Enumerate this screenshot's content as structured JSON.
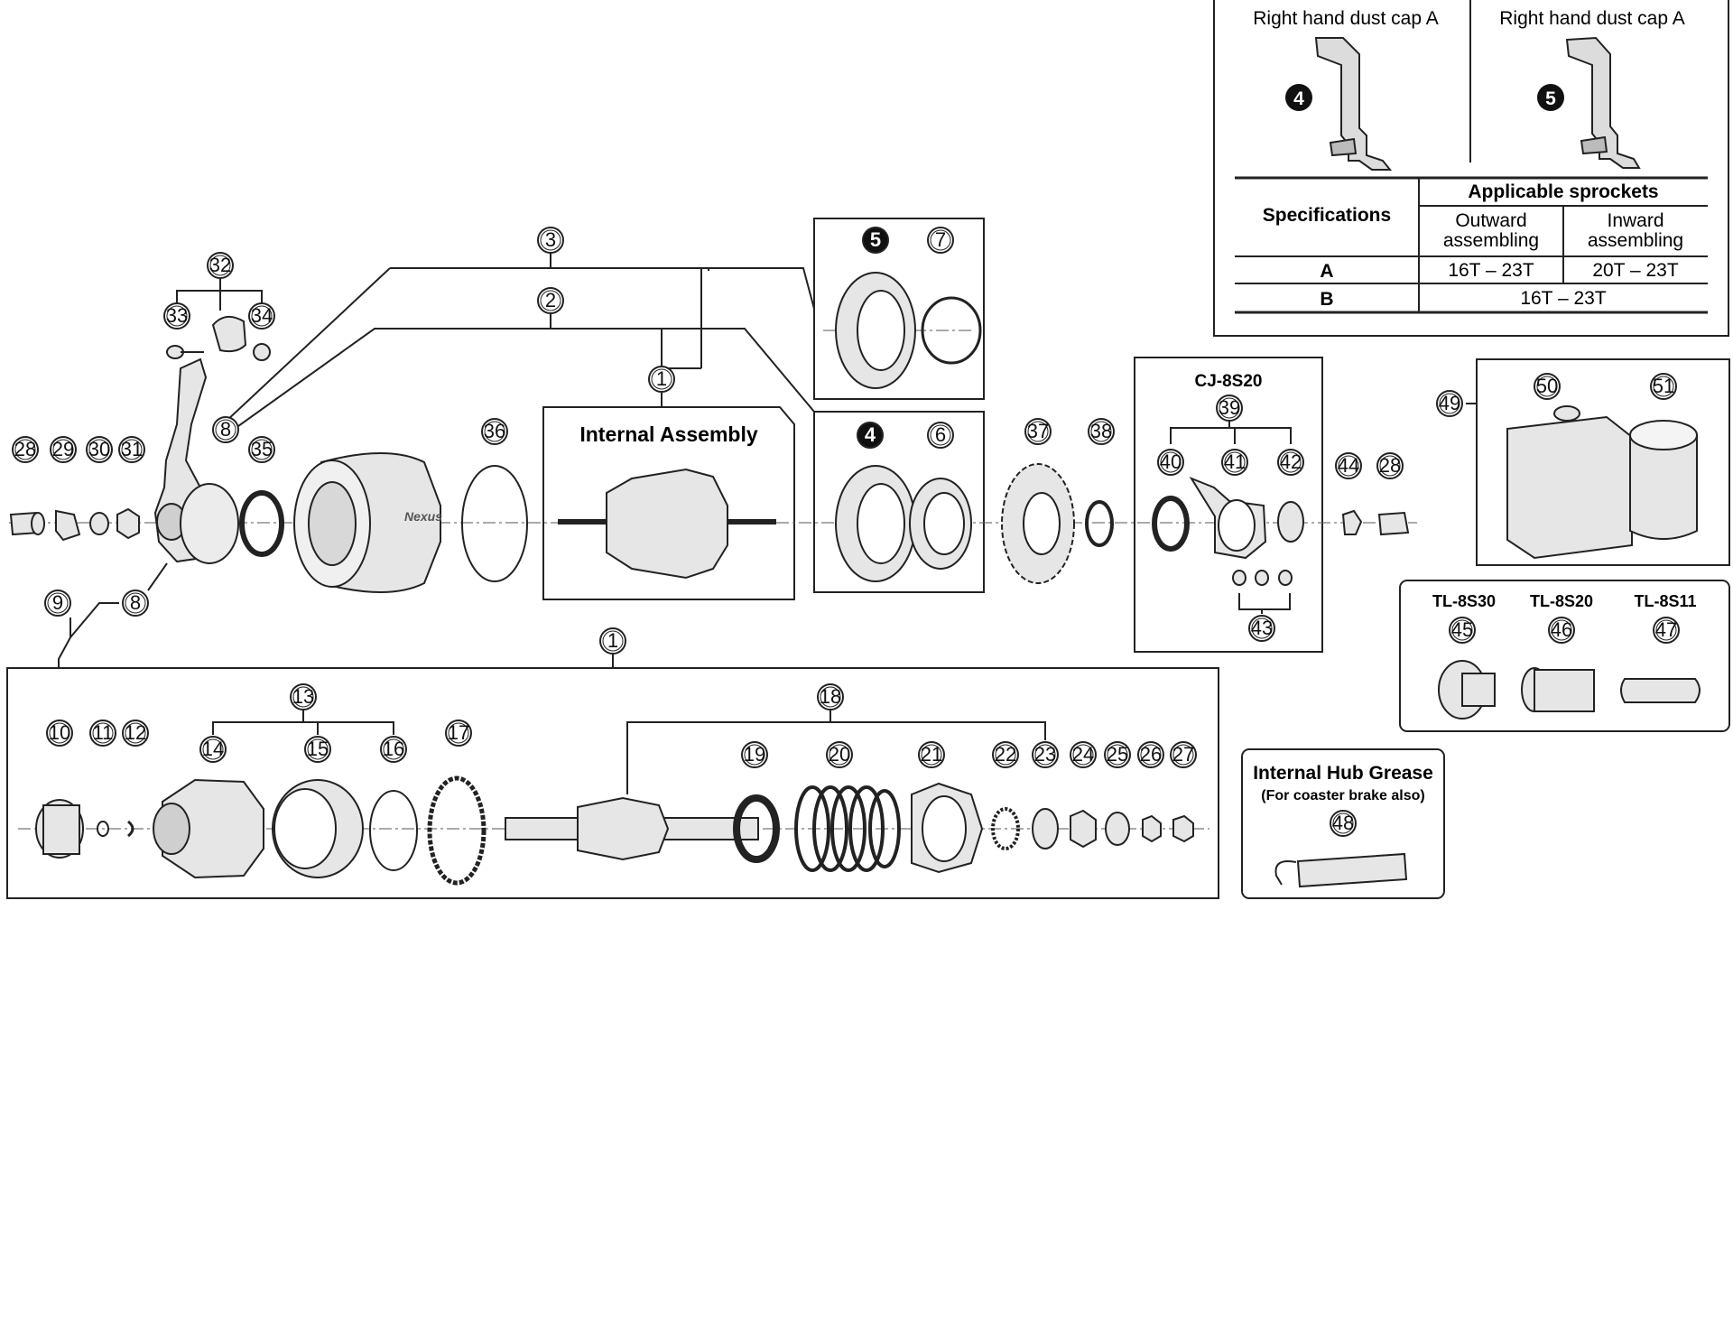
{
  "dust_caps": [
    {
      "label": "Right hand dust cap A",
      "badge": "4"
    },
    {
      "label": "Right hand dust cap A",
      "badge": "5"
    }
  ],
  "spec_table": {
    "col_header": "Specifications",
    "group_header": "Applicable sprockets",
    "sub_headers": [
      "Outward\nassembling",
      "Inward\nassembling"
    ],
    "sub_header_lines": [
      [
        "Outward",
        "assembling"
      ],
      [
        "Inward",
        "assembling"
      ]
    ],
    "rows": [
      {
        "spec": "A",
        "outward": "16T – 23T",
        "inward": "20T – 23T"
      },
      {
        "spec": "B",
        "both": "16T – 23T"
      }
    ]
  },
  "titles": {
    "internal_assembly": "Internal Assembly",
    "cj": "CJ-8S20",
    "grease": "Internal Hub Grease",
    "grease_sub": "(For coaster brake also)",
    "tools": [
      "TL-8S30",
      "TL-8S20",
      "TL-8S11"
    ],
    "hub_brand": "Nexus"
  },
  "callouts": {
    "filled": [
      "5",
      "4"
    ],
    "open": [
      "1",
      "2",
      "3",
      "6",
      "7",
      "8",
      "9",
      "10",
      "11",
      "12",
      "13",
      "14",
      "15",
      "16",
      "17",
      "18",
      "19",
      "20",
      "21",
      "22",
      "23",
      "24",
      "25",
      "26",
      "27",
      "28",
      "29",
      "30",
      "31",
      "32",
      "33",
      "34",
      "35",
      "36",
      "37",
      "38",
      "39",
      "40",
      "41",
      "42",
      "43",
      "44",
      "45",
      "46",
      "47",
      "48",
      "49",
      "50",
      "51"
    ]
  },
  "colors": {
    "line": "#222222",
    "background": "#ffffff",
    "part_fill": "#e6e6e6"
  }
}
